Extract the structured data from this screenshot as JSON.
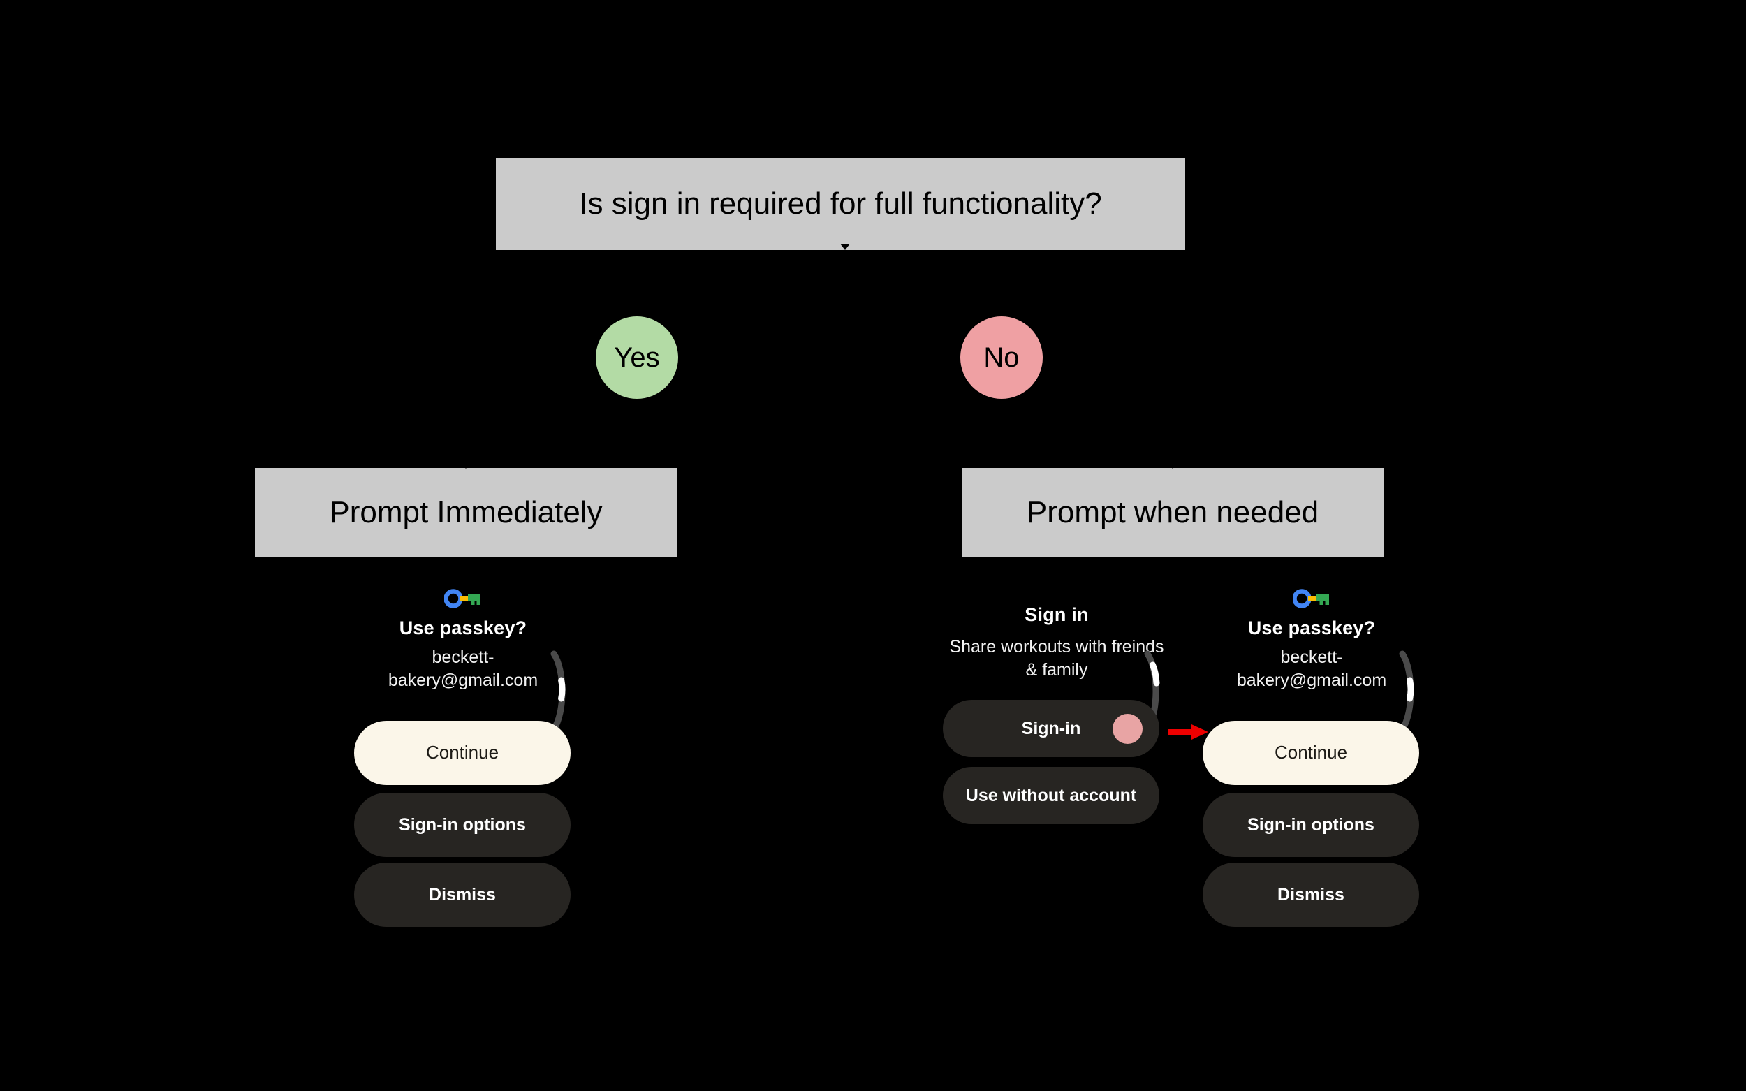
{
  "flow": {
    "question": "Is sign in required for full functionality?",
    "branches": [
      {
        "label": "Yes",
        "color": "#b3dba5",
        "outcome": "Prompt Immediately"
      },
      {
        "label": "No",
        "color": "#efa0a3",
        "outcome": "Prompt when needed"
      }
    ],
    "outcome_left": "Prompt Immediately",
    "outcome_right": "Prompt when needed"
  },
  "screens": {
    "left_passkey": {
      "icon": "google-passkey-icon",
      "title": "Use passkey?",
      "account": "beckett-bakery@gmail.com",
      "buttons": [
        {
          "label": "Continue",
          "style": "primary"
        },
        {
          "label": "Sign-in options",
          "style": "secondary"
        },
        {
          "label": "Dismiss",
          "style": "secondary"
        }
      ]
    },
    "middle_signin": {
      "title": "Sign in",
      "subtitle": "Share workouts with freinds & family",
      "buttons": [
        {
          "label": "Sign-in",
          "style": "secondary",
          "avatar": true
        },
        {
          "label": "Use without account",
          "style": "secondary",
          "avatar": false
        }
      ]
    },
    "right_passkey": {
      "icon": "google-passkey-icon",
      "title": "Use passkey?",
      "account": "beckett-bakery@gmail.com",
      "buttons": [
        {
          "label": "Continue",
          "style": "primary"
        },
        {
          "label": "Sign-in options",
          "style": "secondary"
        },
        {
          "label": "Dismiss",
          "style": "secondary"
        }
      ]
    }
  },
  "annotation": {
    "arrow_color": "#ee0000",
    "arrow_points_to": "Continue"
  },
  "colors": {
    "background": "#000000",
    "box_fill": "#cbcbcb",
    "yes_fill": "#b3dba5",
    "no_fill": "#efa0a3",
    "primary_button": "#fbf6e9",
    "secondary_button": "#272522",
    "avatar": "#e8a4a4",
    "scroll_track": "#4a4a4a",
    "scroll_thumb": "#ffffff"
  }
}
